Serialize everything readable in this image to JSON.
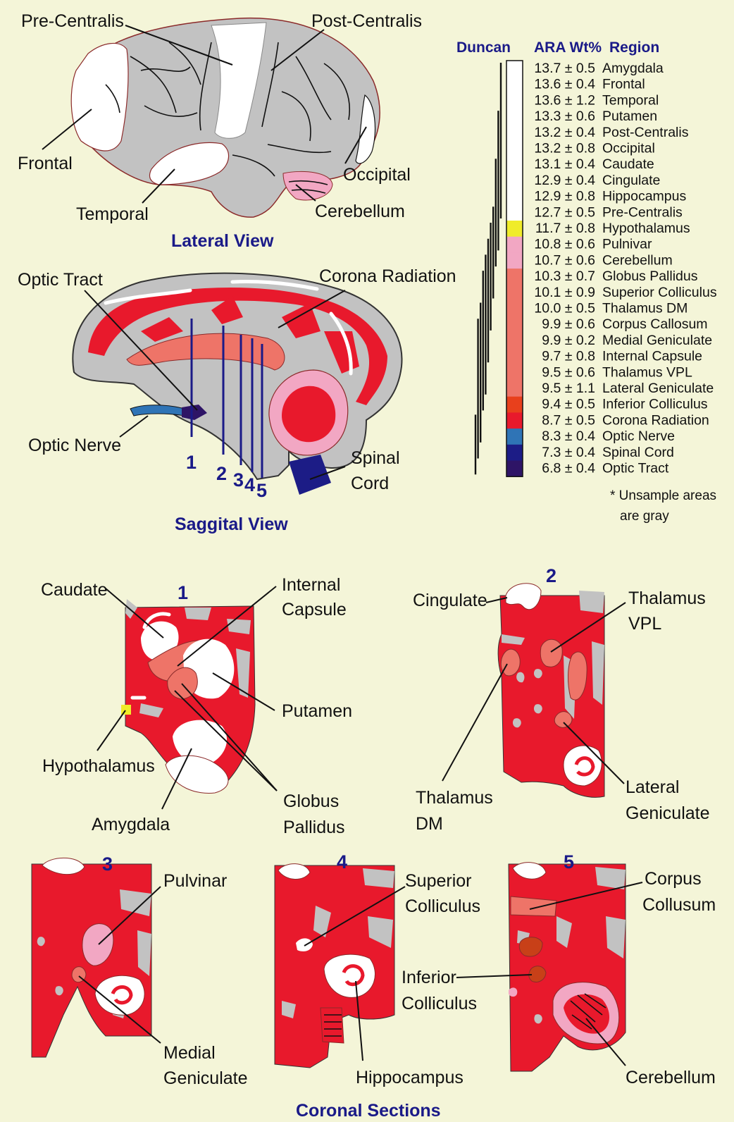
{
  "lateral": {
    "title": "Lateral View",
    "labels": {
      "pre_centralis": "Pre-Centralis",
      "post_centralis": "Post-Centralis",
      "frontal": "Frontal",
      "occipital": "Occipital",
      "temporal": "Temporal",
      "cerebellum": "Cerebellum"
    }
  },
  "sagittal": {
    "title": "Saggital View",
    "labels": {
      "optic_tract": "Optic Tract",
      "corona_radiation": "Corona Radiation",
      "optic_nerve": "Optic Nerve",
      "spinal": "Spinal",
      "cord": "Cord"
    },
    "cut_numbers": [
      "1",
      "2",
      "3",
      "4",
      "5"
    ]
  },
  "legend": {
    "headers": {
      "duncan": "Duncan",
      "ara": "ARA Wt%",
      "region": "Region"
    },
    "rows": [
      {
        "value": "13.7 ± 0.5",
        "region": "Amygdala",
        "color": "#ffffff"
      },
      {
        "value": "13.6 ± 0.4",
        "region": "Frontal",
        "color": "#ffffff"
      },
      {
        "value": "13.6 ± 1.2",
        "region": "Temporal",
        "color": "#ffffff"
      },
      {
        "value": "13.3 ± 0.6",
        "region": "Putamen",
        "color": "#ffffff"
      },
      {
        "value": "13.2 ± 0.4",
        "region": "Post-Centralis",
        "color": "#ffffff"
      },
      {
        "value": "13.2 ± 0.8",
        "region": "Occipital",
        "color": "#ffffff"
      },
      {
        "value": "13.1 ± 0.4",
        "region": "Caudate",
        "color": "#ffffff"
      },
      {
        "value": "12.9 ± 0.4",
        "region": "Cingulate",
        "color": "#ffffff"
      },
      {
        "value": "12.9 ± 0.8",
        "region": "Hippocampus",
        "color": "#ffffff"
      },
      {
        "value": "12.7 ± 0.5",
        "region": "Pre-Centralis",
        "color": "#ffffff"
      },
      {
        "value": "11.7 ± 0.8",
        "region": "Hypothalamus",
        "color": "#f0ec2a"
      },
      {
        "value": "10.8 ± 0.6",
        "region": "Pulnivar",
        "color": "#f2a7c3"
      },
      {
        "value": "10.7 ± 0.6",
        "region": "Cerebellum",
        "color": "#f2a7c3"
      },
      {
        "value": "10.3 ± 0.7",
        "region": "Globus Pallidus",
        "color": "#ee7468"
      },
      {
        "value": "10.1 ± 0.9",
        "region": "Superior Colliculus",
        "color": "#ee7468"
      },
      {
        "value": "10.0 ± 0.5",
        "region": "Thalamus DM",
        "color": "#ee7468"
      },
      {
        "value": "9.9 ± 0.6",
        "region": "Corpus Callosum",
        "color": "#ee7468"
      },
      {
        "value": "9.9 ± 0.2",
        "region": "Medial Geniculate",
        "color": "#ee7468"
      },
      {
        "value": "9.7 ± 0.8",
        "region": "Internal Capsule",
        "color": "#ee7468"
      },
      {
        "value": "9.5 ± 0.6",
        "region": "Thalamus VPL",
        "color": "#ee7468"
      },
      {
        "value": "9.5 ± 1.1",
        "region": "Lateral Geniculate",
        "color": "#ee7468"
      },
      {
        "value": "9.4 ± 0.5",
        "region": "Inferior Colliculus",
        "color": "#e8401c"
      },
      {
        "value": "8.7 ± 0.5",
        "region": "Corona Radiation",
        "color": "#e8192c"
      },
      {
        "value": "8.3 ± 0.4",
        "region": "Optic Nerve",
        "color": "#2f74b6"
      },
      {
        "value": "7.3 ± 0.4",
        "region": "Spinal Cord",
        "color": "#1c1c86"
      },
      {
        "value": "6.8 ± 0.4",
        "region": "Optic Tract",
        "color": "#2e1466"
      }
    ],
    "note_line1": "* Unsample areas",
    "note_line2": "are gray"
  },
  "coronal": {
    "title": "Coronal Sections",
    "sec1": {
      "num": "1",
      "caudate": "Caudate",
      "internal": "Internal",
      "capsule": "Capsule",
      "putamen": "Putamen",
      "hypothalamus": "Hypothalamus",
      "amygdala": "Amygdala",
      "globus": "Globus",
      "pallidus": "Pallidus"
    },
    "sec2": {
      "num": "2",
      "cingulate": "Cingulate",
      "thalamus": "Thalamus",
      "vpl": "VPL",
      "thalamus2": "Thalamus",
      "dm": "DM",
      "lateral": "Lateral",
      "geniculate": "Geniculate"
    },
    "sec3": {
      "num": "3",
      "pulvinar": "Pulvinar",
      "medial": "Medial",
      "geniculate": "Geniculate"
    },
    "sec4": {
      "num": "4",
      "superior": "Superior",
      "colliculus": "Colliculus",
      "hippocampus": "Hippocampus"
    },
    "sec5": {
      "num": "5",
      "corpus": "Corpus",
      "collusum": "Collusum",
      "inferior": "Inferior",
      "colliculus": "Colliculus",
      "cerebellum": "Cerebellum"
    }
  },
  "colors": {
    "background": "#f4f5d8",
    "red": "#e8192c",
    "gray": "#c2c2c2",
    "salmon": "#ee7468",
    "pink": "#f2a7c3",
    "navy": "#1c1c86",
    "accent": "#1a1a88"
  }
}
